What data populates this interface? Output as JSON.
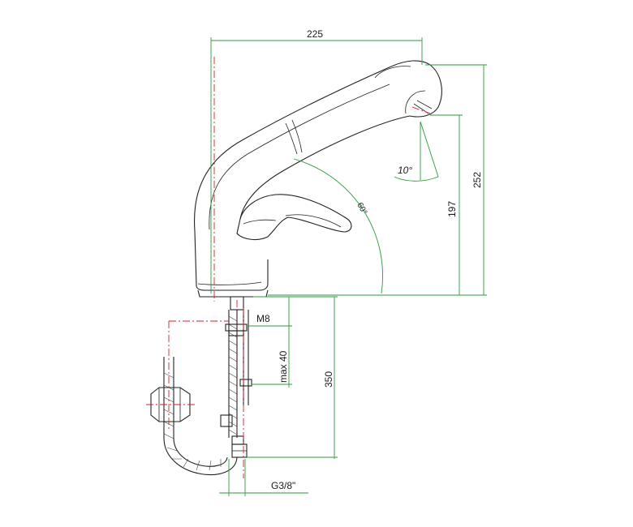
{
  "labels": {
    "total_width": "225",
    "total_height": "252",
    "spout_height": "197",
    "swivel_angle": "60°",
    "spray_angle": "10°",
    "thread_rod": "M8",
    "max_thickness": "max 40",
    "hose_length": "350",
    "hose_connector": "G3/8\""
  },
  "colors": {
    "dimension_lines": "#2a9a3a",
    "center_lines": "#d42020",
    "outline": "#222222"
  }
}
